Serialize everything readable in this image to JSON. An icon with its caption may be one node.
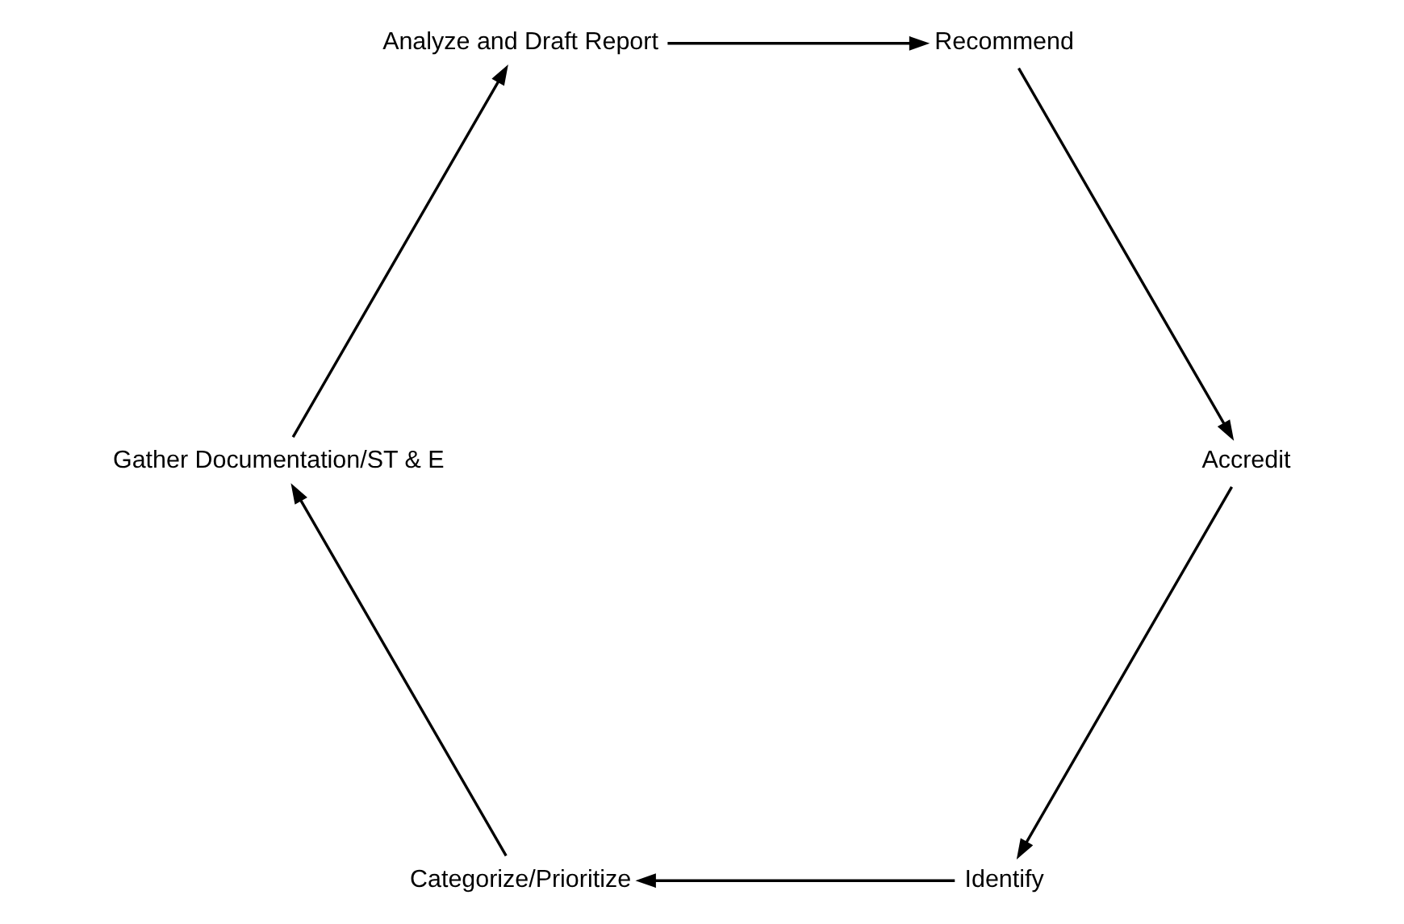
{
  "diagram": {
    "nodes": [
      {
        "text": [
          "Identify"
        ]
      },
      {
        "text": [
          "Categorize/Prioritize"
        ]
      },
      {
        "text": [
          "Gather Documentation/ST & E"
        ]
      },
      {
        "text": [
          "Analyze and Draft Report"
        ]
      },
      {
        "text": [
          "Recommend"
        ]
      },
      {
        "text": [
          "Accredit"
        ]
      }
    ],
    "edges": [
      {
        "from": 0,
        "to": 1,
        "arrow": "to"
      },
      {
        "from": 1,
        "to": 2,
        "arrow": "to"
      },
      {
        "from": 2,
        "to": 3,
        "arrow": "to"
      },
      {
        "from": 3,
        "to": 4,
        "arrow": "to"
      },
      {
        "from": 4,
        "to": 5,
        "arrow": "to"
      },
      {
        "from": 5,
        "to": 0,
        "arrow": "to"
      }
    ]
  }
}
